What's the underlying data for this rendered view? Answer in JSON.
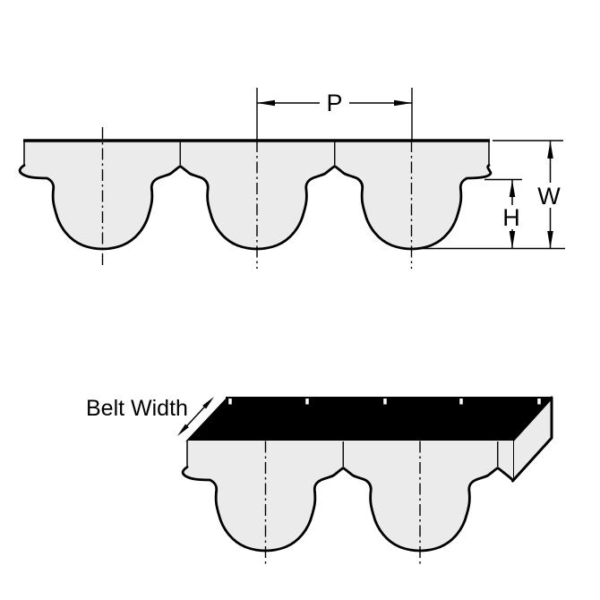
{
  "labels": {
    "pitch": "P",
    "overall_thickness": "W",
    "tooth_height": "H",
    "belt_width": "Belt Width"
  },
  "colors": {
    "line": "#000000",
    "belt_fill": "#ebebeb",
    "top_surface": "#000000",
    "background": "#ffffff"
  }
}
